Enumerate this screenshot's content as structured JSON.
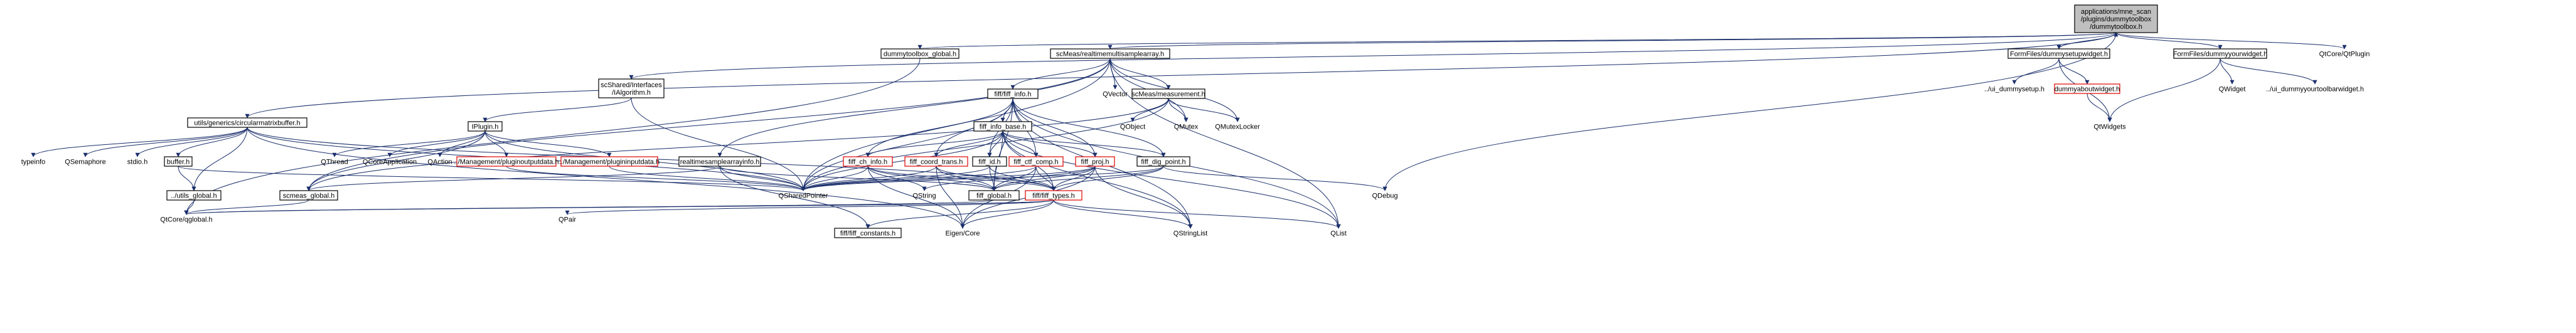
{
  "nodes": [
    {
      "id": "root",
      "label": "applications/mne_scan\n/plugins/dummytoolbox\n/dummytoolbox.h",
      "style": "root"
    },
    {
      "id": "dtg",
      "label": "dummytoolbox_global.h",
      "style": "hdr"
    },
    {
      "id": "scmeas",
      "label": "scMeas/realtimemultisamplearray.h",
      "style": "hdr"
    },
    {
      "id": "setupw",
      "label": "FormFiles/dummysetupwidget.h",
      "style": "hdr"
    },
    {
      "id": "yourw",
      "label": "FormFiles/dummyyourwidget.h",
      "style": "hdr"
    },
    {
      "id": "qtplugin",
      "label": "QtCore/QtPlugin",
      "style": "plain"
    },
    {
      "id": "ialgo",
      "label": "scShared/Interfaces\n/IAlgorithm.h",
      "style": "hdr"
    },
    {
      "id": "circ",
      "label": "utils/generics/circularmatrixbuffer.h",
      "style": "hdr"
    },
    {
      "id": "uisetup",
      "label": "../ui_dummysetup.h",
      "style": "plain"
    },
    {
      "id": "about",
      "label": "dummyaboutwidget.h",
      "style": "red"
    },
    {
      "id": "qwidget",
      "label": "QWidget",
      "style": "plain"
    },
    {
      "id": "uiyour",
      "label": "../ui_dummyyourtoolbarwidget.h",
      "style": "plain"
    },
    {
      "id": "fiffinfo",
      "label": "fiff/fiff_info.h",
      "style": "hdr"
    },
    {
      "id": "qvector",
      "label": "QVector",
      "style": "plain"
    },
    {
      "id": "measurement",
      "label": "scMeas/measurement.h",
      "style": "hdr"
    },
    {
      "id": "iplugin",
      "label": "IPlugin.h",
      "style": "hdr"
    },
    {
      "id": "infobase",
      "label": "fiff_info_base.h",
      "style": "hdr"
    },
    {
      "id": "qobject",
      "label": "QObject",
      "style": "plain"
    },
    {
      "id": "qmutex",
      "label": "QMutex",
      "style": "plain"
    },
    {
      "id": "qmutexlocker",
      "label": "QMutexLocker",
      "style": "plain"
    },
    {
      "id": "qtwidgets",
      "label": "QtWidgets",
      "style": "plain"
    },
    {
      "id": "typeinfo",
      "label": "typeinfo",
      "style": "plain"
    },
    {
      "id": "qsemaphore",
      "label": "QSemaphore",
      "style": "plain"
    },
    {
      "id": "stdio",
      "label": "stdio.h",
      "style": "plain"
    },
    {
      "id": "buffer",
      "label": "buffer.h",
      "style": "hdr"
    },
    {
      "id": "qthread",
      "label": "QThread",
      "style": "plain"
    },
    {
      "id": "qcoreapp",
      "label": "QCoreApplication",
      "style": "plain"
    },
    {
      "id": "qaction",
      "label": "QAction",
      "style": "plain"
    },
    {
      "id": "pluginout",
      "label": "../Management/pluginoutputdata.h",
      "style": "red"
    },
    {
      "id": "pluginin",
      "label": "../Management/plugininputdata.h",
      "style": "red"
    },
    {
      "id": "rtinfo",
      "label": "realtimesamplearrayinfo.h",
      "style": "hdr"
    },
    {
      "id": "chinfo",
      "label": "fiff_ch_info.h",
      "style": "red"
    },
    {
      "id": "coordtrans",
      "label": "fiff_coord_trans.h",
      "style": "red"
    },
    {
      "id": "fiffid",
      "label": "fiff_id.h",
      "style": "hdr"
    },
    {
      "id": "ctfcomp",
      "label": "fiff_ctf_comp.h",
      "style": "red"
    },
    {
      "id": "fiffproj",
      "label": "fiff_proj.h",
      "style": "red"
    },
    {
      "id": "digpoint",
      "label": "fiff_dig_point.h",
      "style": "hdr"
    },
    {
      "id": "utilsglobal",
      "label": "../utils_global.h",
      "style": "hdr"
    },
    {
      "id": "scmeasglobal",
      "label": "scmeas_global.h",
      "style": "hdr"
    },
    {
      "id": "qshared",
      "label": "QSharedPointer",
      "style": "plain"
    },
    {
      "id": "qstring",
      "label": "QString",
      "style": "plain"
    },
    {
      "id": "fiffglobal",
      "label": "fiff_global.h",
      "style": "hdr"
    },
    {
      "id": "fifftypes",
      "label": "fiff/fiff_types.h",
      "style": "red"
    },
    {
      "id": "qdebug",
      "label": "QDebug",
      "style": "plain"
    },
    {
      "id": "qtcoreglobal",
      "label": "QtCore/qglobal.h",
      "style": "plain"
    },
    {
      "id": "qpair",
      "label": "QPair",
      "style": "plain"
    },
    {
      "id": "fiffconst",
      "label": "fiff/fiff_constants.h",
      "style": "hdr"
    },
    {
      "id": "eigen",
      "label": "Eigen/Core",
      "style": "plain"
    },
    {
      "id": "qstringlist",
      "label": "QStringList",
      "style": "plain"
    },
    {
      "id": "qlist",
      "label": "QList",
      "style": "plain"
    }
  ],
  "edges": [
    [
      "root",
      "dtg"
    ],
    [
      "root",
      "scmeas"
    ],
    [
      "root",
      "setupw"
    ],
    [
      "root",
      "yourw"
    ],
    [
      "root",
      "qtplugin"
    ],
    [
      "root",
      "ialgo"
    ],
    [
      "root",
      "circ"
    ],
    [
      "root",
      "qdebug"
    ],
    [
      "setupw",
      "root"
    ],
    [
      "setupw",
      "uisetup"
    ],
    [
      "setupw",
      "about"
    ],
    [
      "setupw",
      "qtwidgets"
    ],
    [
      "yourw",
      "qwidget"
    ],
    [
      "yourw",
      "uiyour"
    ],
    [
      "yourw",
      "qtwidgets"
    ],
    [
      "about",
      "qtwidgets"
    ],
    [
      "dtg",
      "qtcoreglobal"
    ],
    [
      "scmeas",
      "fiffinfo"
    ],
    [
      "scmeas",
      "qvector"
    ],
    [
      "scmeas",
      "measurement"
    ],
    [
      "scmeas",
      "qmutex"
    ],
    [
      "scmeas",
      "qmutexlocker"
    ],
    [
      "scmeas",
      "rtinfo"
    ],
    [
      "scmeas",
      "qshared"
    ],
    [
      "scmeas",
      "qlist"
    ],
    [
      "scmeas",
      "scmeasglobal"
    ],
    [
      "ialgo",
      "iplugin"
    ],
    [
      "ialgo",
      "qshared"
    ],
    [
      "iplugin",
      "qthread"
    ],
    [
      "iplugin",
      "qcoreapp"
    ],
    [
      "iplugin",
      "qaction"
    ],
    [
      "iplugin",
      "pluginout"
    ],
    [
      "iplugin",
      "pluginin"
    ],
    [
      "iplugin",
      "qshared"
    ],
    [
      "iplugin",
      "scmeasglobal"
    ],
    [
      "pluginout",
      "qshared"
    ],
    [
      "pluginin",
      "qshared"
    ],
    [
      "measurement",
      "qobject"
    ],
    [
      "measurement",
      "qmutex"
    ],
    [
      "measurement",
      "qmutexlocker"
    ],
    [
      "measurement",
      "qshared"
    ],
    [
      "measurement",
      "scmeasglobal"
    ],
    [
      "circ",
      "typeinfo"
    ],
    [
      "circ",
      "qsemaphore"
    ],
    [
      "circ",
      "stdio"
    ],
    [
      "circ",
      "buffer"
    ],
    [
      "circ",
      "utilsglobal"
    ],
    [
      "circ",
      "qshared"
    ],
    [
      "circ",
      "eigen"
    ],
    [
      "circ",
      "fifftypes"
    ],
    [
      "buffer",
      "utilsglobal"
    ],
    [
      "buffer",
      "qshared"
    ],
    [
      "utilsglobal",
      "qtcoreglobal"
    ],
    [
      "fiffinfo",
      "infobase"
    ],
    [
      "fiffinfo",
      "chinfo"
    ],
    [
      "fiffinfo",
      "coordtrans"
    ],
    [
      "fiffinfo",
      "fiffid"
    ],
    [
      "fiffinfo",
      "ctfcomp"
    ],
    [
      "fiffinfo",
      "fiffproj"
    ],
    [
      "fiffinfo",
      "digpoint"
    ],
    [
      "fiffinfo",
      "qshared"
    ],
    [
      "fiffinfo",
      "qstringlist"
    ],
    [
      "fiffinfo",
      "qlist"
    ],
    [
      "fiffinfo",
      "fiffglobal"
    ],
    [
      "infobase",
      "chinfo"
    ],
    [
      "infobase",
      "coordtrans"
    ],
    [
      "infobase",
      "fiffid"
    ],
    [
      "infobase",
      "ctfcomp"
    ],
    [
      "infobase",
      "fiffproj"
    ],
    [
      "infobase",
      "digpoint"
    ],
    [
      "infobase",
      "qshared"
    ],
    [
      "infobase",
      "fiffglobal"
    ],
    [
      "infobase",
      "fifftypes"
    ],
    [
      "infobase",
      "qstringlist"
    ],
    [
      "infobase",
      "qlist"
    ],
    [
      "rtinfo",
      "qshared"
    ],
    [
      "rtinfo",
      "scmeasglobal"
    ],
    [
      "rtinfo",
      "fiffconst"
    ],
    [
      "rtinfo",
      "fiffglobal"
    ],
    [
      "chinfo",
      "qshared"
    ],
    [
      "chinfo",
      "qstring"
    ],
    [
      "chinfo",
      "eigen"
    ],
    [
      "chinfo",
      "fiffglobal"
    ],
    [
      "chinfo",
      "fifftypes"
    ],
    [
      "coordtrans",
      "qshared"
    ],
    [
      "coordtrans",
      "eigen"
    ],
    [
      "coordtrans",
      "fiffglobal"
    ],
    [
      "coordtrans",
      "fifftypes"
    ],
    [
      "fiffid",
      "qshared"
    ],
    [
      "fiffid",
      "fiffglobal"
    ],
    [
      "fiffid",
      "fifftypes"
    ],
    [
      "ctfcomp",
      "qshared"
    ],
    [
      "ctfcomp",
      "fiffglobal"
    ],
    [
      "ctfcomp",
      "fifftypes"
    ],
    [
      "ctfcomp",
      "eigen"
    ],
    [
      "fiffproj",
      "qshared"
    ],
    [
      "fiffproj",
      "fiffglobal"
    ],
    [
      "fiffproj",
      "fifftypes"
    ],
    [
      "fiffproj",
      "eigen"
    ],
    [
      "fiffproj",
      "qstringlist"
    ],
    [
      "fiffproj",
      "qstring"
    ],
    [
      "digpoint",
      "qshared"
    ],
    [
      "digpoint",
      "fiffglobal"
    ],
    [
      "digpoint",
      "fifftypes"
    ],
    [
      "digpoint",
      "qdebug"
    ],
    [
      "scmeasglobal",
      "qtcoreglobal"
    ],
    [
      "fiffglobal",
      "qtcoreglobal"
    ],
    [
      "fifftypes",
      "fiffconst"
    ],
    [
      "fifftypes",
      "eigen"
    ],
    [
      "fifftypes",
      "qpair"
    ],
    [
      "fifftypes",
      "qstringlist"
    ],
    [
      "fifftypes",
      "qlist"
    ],
    [
      "fifftypes",
      "qtcoreglobal"
    ]
  ]
}
